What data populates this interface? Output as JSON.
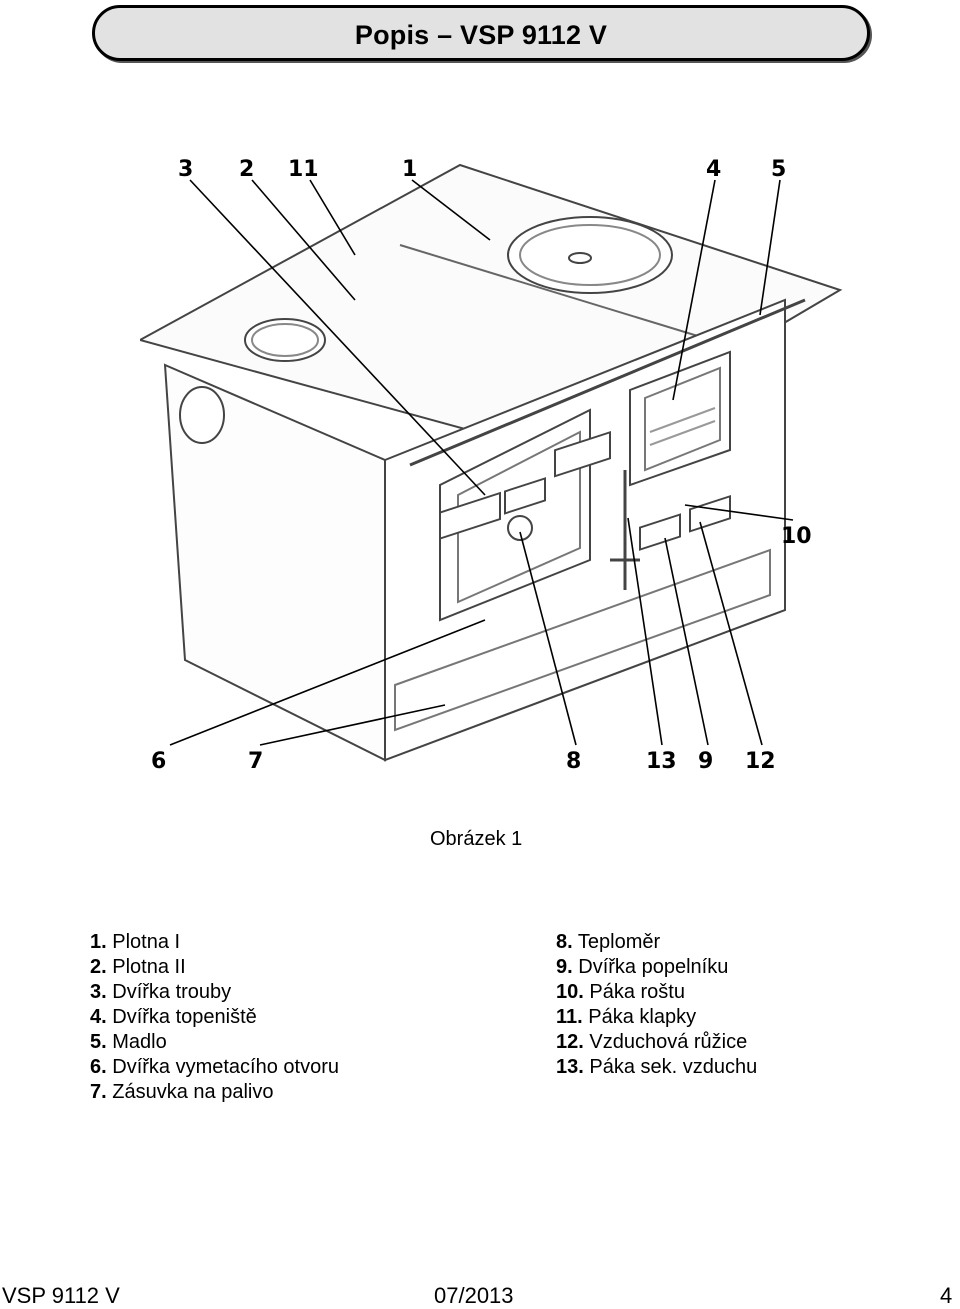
{
  "header": {
    "title": "Popis – VSP 9112 V"
  },
  "figure": {
    "callouts": [
      "3",
      "2",
      "11",
      "1",
      "4",
      "5",
      "10",
      "6",
      "7",
      "8",
      "13",
      "9",
      "12"
    ]
  },
  "caption": "Obrázek 1",
  "legend_left": [
    {
      "num": "1.",
      "text": "Plotna I"
    },
    {
      "num": "2.",
      "text": "Plotna II"
    },
    {
      "num": "3.",
      "text": "Dvířka trouby"
    },
    {
      "num": "4.",
      "text": "Dvířka topeniště"
    },
    {
      "num": "5.",
      "text": "Madlo"
    },
    {
      "num": "6.",
      "text": "Dvířka vymetacího otvoru"
    },
    {
      "num": "7.",
      "text": "Zásuvka na palivo"
    }
  ],
  "legend_right": [
    {
      "num": "8.",
      "text": "Teploměr"
    },
    {
      "num": "9.",
      "text": "Dvířka popelníku"
    },
    {
      "num": "10.",
      "text": "Páka roštu"
    },
    {
      "num": "11.",
      "text": "Páka klapky"
    },
    {
      "num": "12.",
      "text": "Vzduchová růžice"
    },
    {
      "num": "13.",
      "text": "Páka sek. vzduchu"
    }
  ],
  "footer": {
    "model": "VSP 9112 V",
    "date": "07/2013",
    "page": "4"
  }
}
